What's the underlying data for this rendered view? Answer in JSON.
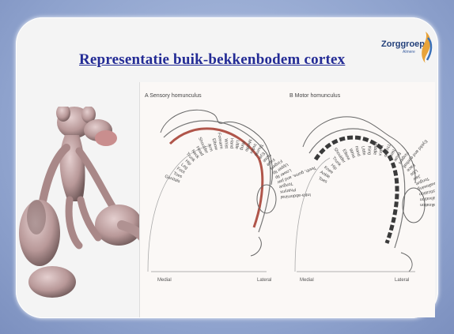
{
  "slide": {
    "title": "Representatie buik-bekkenbodem cortex",
    "logo": {
      "name": "Zorggroep",
      "subtitle": "Almere",
      "icon": "zorggroep-logo-icon"
    }
  },
  "figure": {
    "panel_a": {
      "title": "A Sensory homunculus",
      "medial_label": "Medial",
      "lateral_label": "Lateral",
      "labels": [
        "Genitals",
        "Toes",
        "Foot",
        "Leg",
        "Hip",
        "Trunk",
        "Neck",
        "Head",
        "Shoulder",
        "Arm",
        "Elbow",
        "Forearm",
        "Wrist",
        "Hand",
        "Little",
        "Ring",
        "Middle",
        "Index",
        "Thumb",
        "Eye",
        "Nose",
        "Face",
        "Fingers",
        "Upper lip",
        "Lower lip",
        "Teeth, gums, and jaw",
        "Tongue",
        "Pharynx",
        "Intra-abdominal"
      ]
    },
    "panel_b": {
      "title": "B Motor homunculus",
      "medial_label": "Medial",
      "lateral_label": "Lateral",
      "labels": [
        "Toes",
        "Ankle",
        "Knee",
        "Hip",
        "Trunk",
        "Shoulder",
        "Elbow",
        "Wrist",
        "Hand",
        "Little",
        "Ring",
        "Middle",
        "Index",
        "Thumb",
        "Neck",
        "Brow",
        "Fingers",
        "Eyelid and eyeball",
        "Face",
        "Lips",
        "Jaw",
        "Tongue",
        "Swallowing",
        "Mastication",
        "Salivation",
        "Vocalization"
      ]
    }
  },
  "decoration": {
    "left_image": "homunculus-figure-image"
  },
  "colors": {
    "title": "#232b95",
    "sensory_band": "#b0554a",
    "motor_band": "#3a3a3a",
    "background": "#8fa3cf"
  }
}
